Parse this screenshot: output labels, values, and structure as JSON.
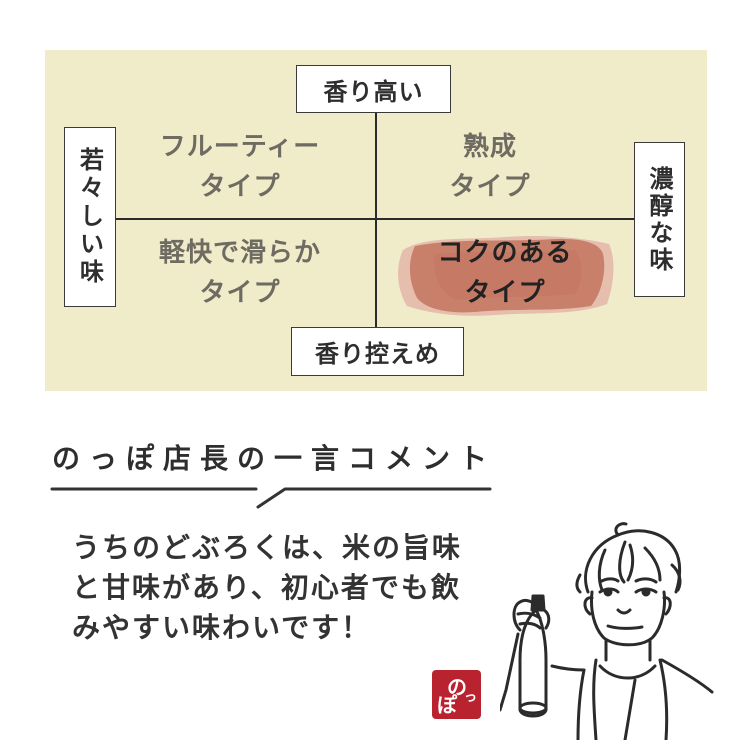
{
  "chart_data": {
    "type": "quadrant",
    "axes": {
      "vertical": {
        "top": "香り高い",
        "bottom": "香り控えめ"
      },
      "horizontal": {
        "left": "若々しい味",
        "right": "濃醇な味"
      }
    },
    "quadrants": [
      {
        "position": "top-left",
        "line1": "フルーティー",
        "line2": "タイプ",
        "highlighted": false
      },
      {
        "position": "top-right",
        "line1": "熟成",
        "line2": "タイプ",
        "highlighted": false
      },
      {
        "position": "bottom-left",
        "line1": "軽快で滑らか",
        "line2": "タイプ",
        "highlighted": false
      },
      {
        "position": "bottom-right",
        "line1": "コクのある",
        "line2": "タイプ",
        "highlighted": true
      }
    ]
  },
  "colors": {
    "panel_bg": "#f0ebc8",
    "quadrant_text": "#6e6b62",
    "highlight_brush": "#c9806b",
    "logo_red": "#b92330"
  },
  "comment_section": {
    "heading": "のっぽ店長の一言コメント",
    "lines": [
      "うちのどぶろくは、米の旨味",
      "と甘味があり、初心者でも飲",
      "みやすい味わいです！"
    ]
  },
  "logo": {
    "char1": "の",
    "char2": "っ",
    "char3": "ぽ"
  },
  "illustration": {
    "subject": "store-manager-holding-bottle"
  }
}
